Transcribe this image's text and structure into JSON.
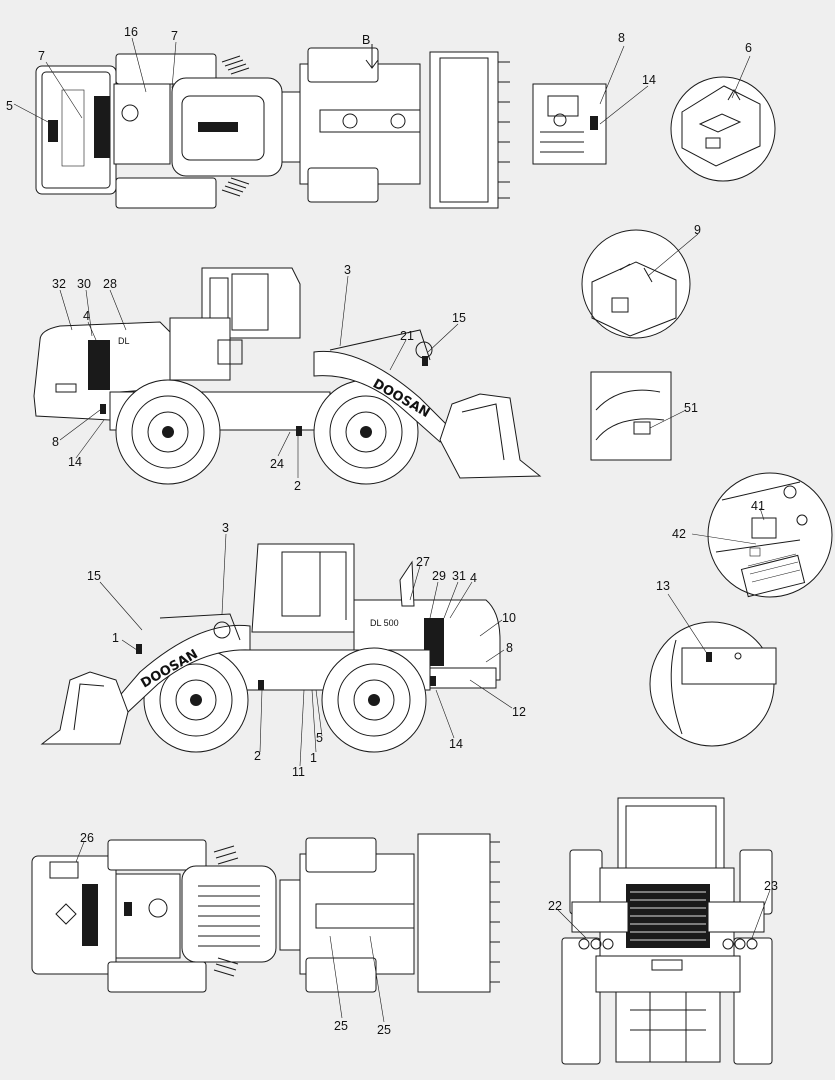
{
  "top_view": {
    "callouts": [
      "5",
      "7",
      "16",
      "7"
    ],
    "section_marker": "B"
  },
  "detail_views": {
    "rear_light_detail": [
      "8",
      "14"
    ],
    "battery_box_detail": [
      "6"
    ],
    "hydraulic_tank_detail": [
      "9"
    ],
    "fender_detail": [
      "51"
    ],
    "frame_detail": [
      "41",
      "42"
    ],
    "axle_detail": [
      "13"
    ]
  },
  "left_view": {
    "callouts": [
      "32",
      "30",
      "28",
      "4",
      "3",
      "21",
      "15",
      "8",
      "14",
      "24",
      "2"
    ],
    "model_plate": "DL",
    "brand_text": "DOOSAN"
  },
  "right_view": {
    "callouts": [
      "3",
      "15",
      "1",
      "27",
      "29",
      "31",
      "4",
      "10",
      "8",
      "12",
      "14",
      "2",
      "11",
      "1",
      "5"
    ],
    "model_plate": "DL 500",
    "brand_text": "DOOSAN"
  },
  "bottom_view": {
    "callouts": [
      "26",
      "25",
      "25"
    ]
  },
  "front_view": {
    "callouts": [
      "22",
      "23"
    ]
  }
}
